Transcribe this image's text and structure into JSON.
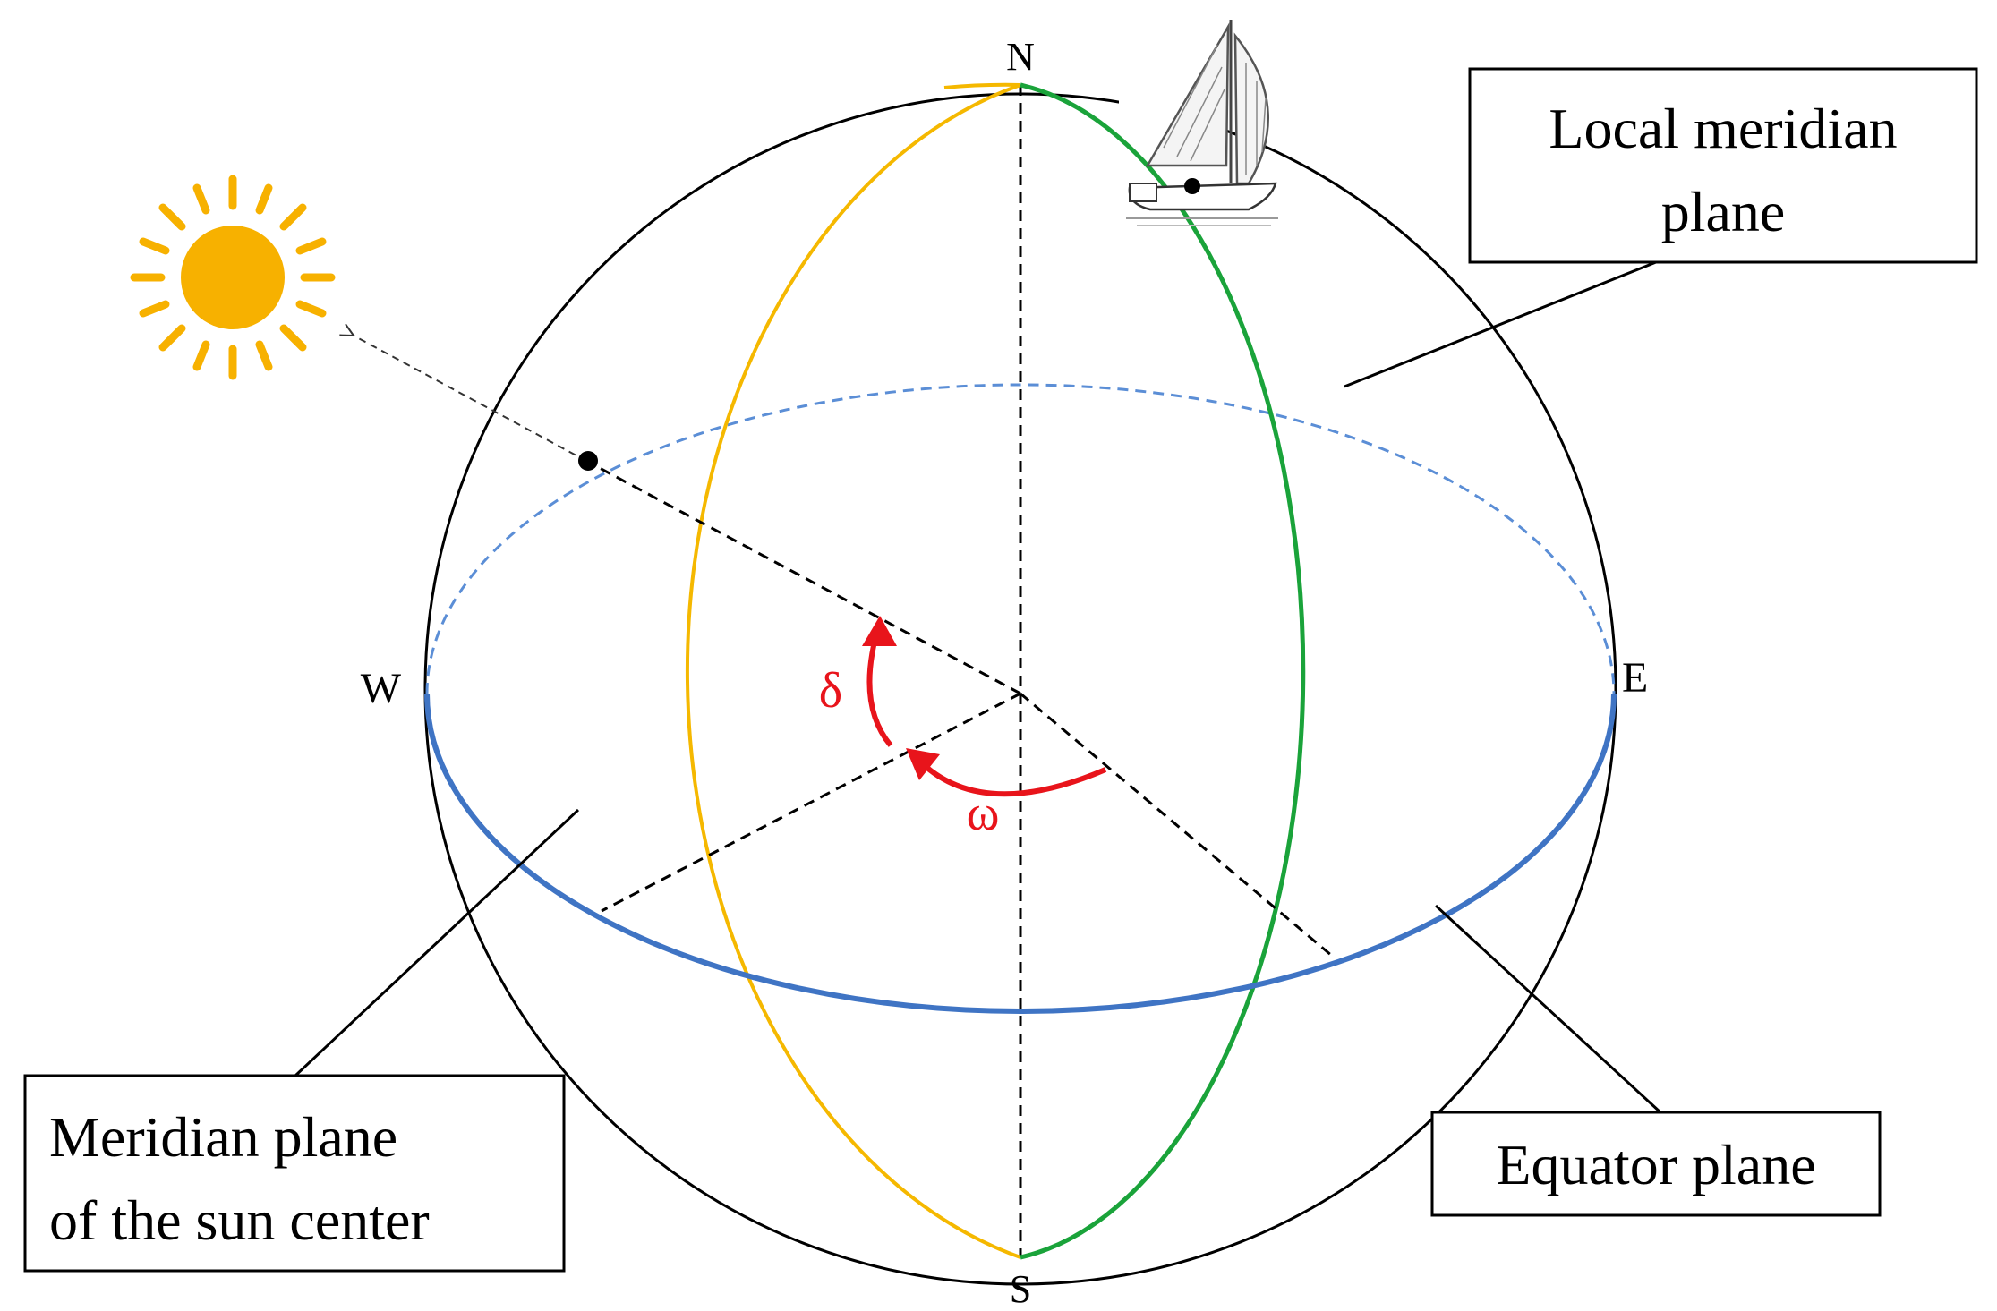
{
  "labels": {
    "north": "N",
    "south": "S",
    "west": "W",
    "east": "E",
    "delta": "δ",
    "omega": "ω"
  },
  "callouts": {
    "local_meridian": [
      "Local meridian",
      "plane"
    ],
    "sun_meridian": [
      "Meridian plane",
      "of the sun center"
    ],
    "equator": [
      "Equator plane"
    ]
  },
  "colors": {
    "sphere": "#000000",
    "sun_meridian": "#F5B800",
    "local_meridian": "#1AA33A",
    "equator": "#3F74C4",
    "equator_back": "#5B8ED6",
    "angle": "#E8141B",
    "sun": "#F7B100"
  },
  "icons": {
    "sun": "sun-icon",
    "boat": "sailboat-icon"
  }
}
